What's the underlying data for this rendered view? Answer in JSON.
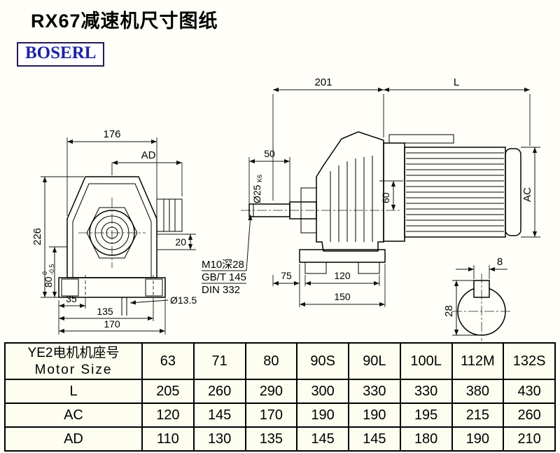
{
  "page": {
    "title": "RX67减速机尺寸图纸",
    "logo_text": "BOSERL"
  },
  "drawing": {
    "front_view": {
      "width_176": "176",
      "ad_label": "AD",
      "height_226": "226",
      "height_80": "80",
      "tol_upper": "0",
      "tol_lower": "-0.5",
      "dim_20": "20",
      "dim_35": "35",
      "dim_135": "135",
      "dim_170": "170",
      "hole_dia": "Ø13.5"
    },
    "side_view": {
      "dim_201": "201",
      "dim_L": "L",
      "dim_50": "50",
      "shaft_dia": "Ø25",
      "shaft_fit": "K6",
      "dim_60": "60",
      "ac_label": "AC",
      "note_line1": "M10深28",
      "note_line2": "GB/T 145",
      "note_line3": "DIN 332",
      "dim_75": "75",
      "dim_120": "120",
      "dim_150": "150"
    },
    "shaft_section": {
      "key_width": "8",
      "section_height": "28"
    }
  },
  "table": {
    "motor_label_cn": "YE2电机机座号",
    "motor_label_en": "Motor Size",
    "sizes": [
      "63",
      "71",
      "80",
      "90S",
      "90L",
      "100L",
      "112M",
      "132S"
    ],
    "rows": [
      {
        "label": "L",
        "values": [
          "205",
          "260",
          "290",
          "300",
          "330",
          "330",
          "380",
          "430"
        ]
      },
      {
        "label": "AC",
        "values": [
          "120",
          "145",
          "170",
          "190",
          "190",
          "195",
          "215",
          "260"
        ]
      },
      {
        "label": "AD",
        "values": [
          "110",
          "130",
          "135",
          "145",
          "145",
          "180",
          "190",
          "210"
        ]
      }
    ]
  }
}
